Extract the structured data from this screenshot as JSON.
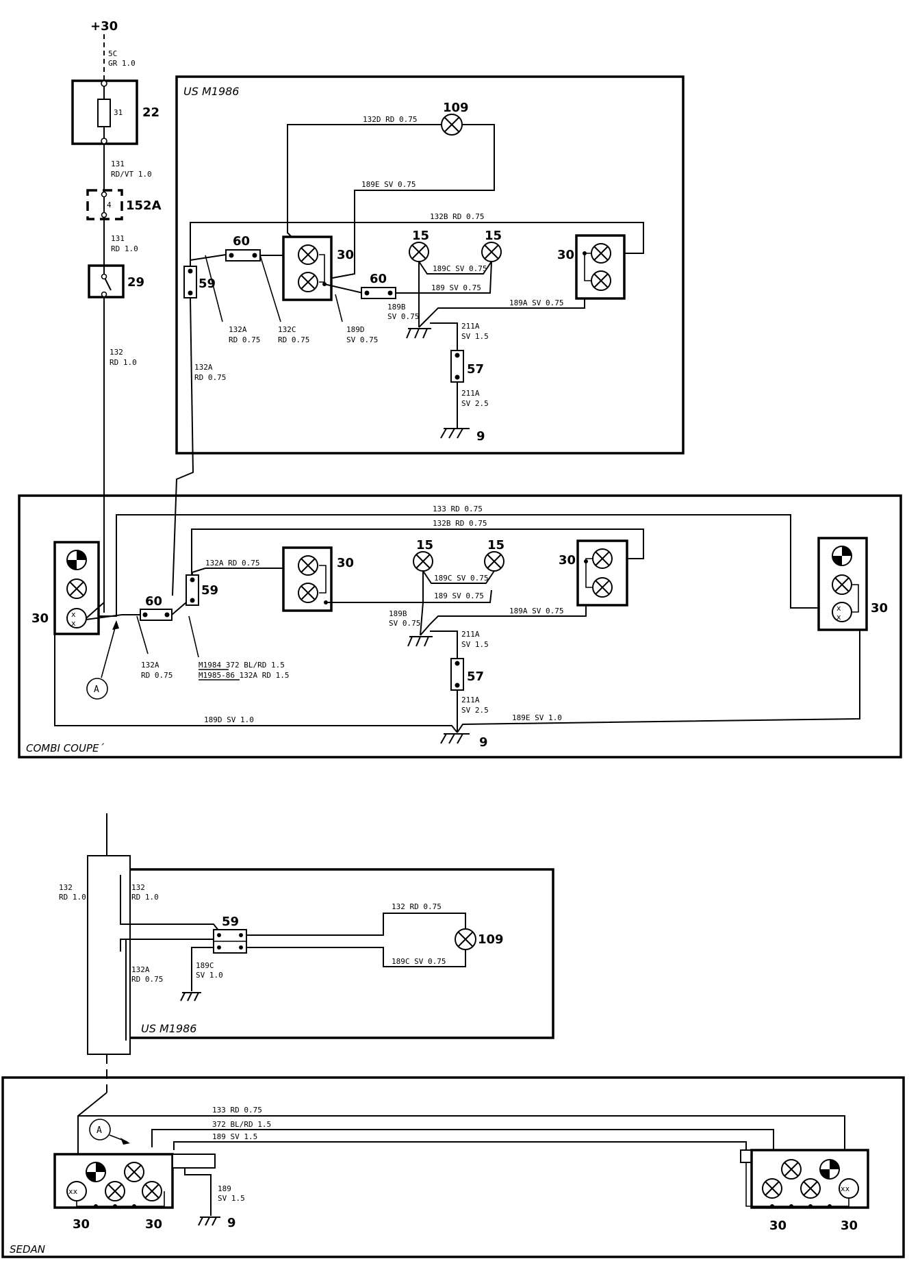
{
  "supply": {
    "terminal": "+30",
    "wire_5c": [
      "5C",
      "GR 1.0"
    ],
    "fuse_box": "22",
    "fuse": "31",
    "wire_131a": [
      "131",
      "RD/VT 1.0"
    ],
    "relay": "152A",
    "relay_pin": "4",
    "wire_131b": [
      "131",
      "RD 1.0"
    ],
    "switch": "29",
    "wire_132": [
      "132",
      "RD 1.0"
    ]
  },
  "us_box": {
    "title": "US M1986",
    "lamp_109": "109",
    "w_132d": "132D RD 0.75",
    "w_189e": "189E SV 0.75",
    "w_132b": "132B RD 0.75",
    "fuse60": "60",
    "conn59": "59",
    "left30": "30",
    "right30": "30",
    "lamp15a": "15",
    "lamp15b": "15",
    "w_189c": "189C SV 0.75",
    "fuse60b": "60",
    "w_189": "189 SV 0.75",
    "w_189a": "189A SV 0.75",
    "w_189b": [
      "189B",
      "SV 0.75"
    ],
    "w_132a": [
      "132A",
      "RD 0.75"
    ],
    "w_132c": [
      "132C",
      "RD 0.75"
    ],
    "w_189d": [
      "189D",
      "SV 0.75"
    ],
    "w_211a1": [
      "211A",
      "SV 1.5"
    ],
    "conn57": "57",
    "w_211a2": [
      "211A",
      "SV 2.5"
    ],
    "ground9": "9",
    "w_132a_out": [
      "132A",
      "RD 0.75"
    ]
  },
  "combi": {
    "title": "COMBI COUPE´",
    "w_133": "133 RD 0.75",
    "w_132b": "132B RD 0.75",
    "w_132a_top": "132A RD 0.75",
    "left30": "30",
    "fuse60": "60",
    "conn59": "59",
    "lamp30a": "30",
    "lamp15a": "15",
    "lamp15b": "15",
    "w_189c": "189C SV 0.75",
    "w_189": "189 SV 0.75",
    "lamp30b": "30",
    "w_189a": "189A SV 0.75",
    "right30": "30",
    "w_189b": [
      "189B",
      "SV 0.75"
    ],
    "w_211a1": [
      "211A",
      "SV 1.5"
    ],
    "conn57": "57",
    "w_211a2": [
      "211A",
      "SV 2.5"
    ],
    "w_132a_bot": [
      "132A",
      "RD 0.75"
    ],
    "note1": "M1984 372 BL/RD 1.5",
    "note2": "M1985-86 132A RD 1.5",
    "marker": "A",
    "w_189d": "189D SV 1.0",
    "w_189e": "189E SV 1.0",
    "ground9": "9"
  },
  "us_box2": {
    "title": "US M1986",
    "w_132_out": [
      "132",
      "RD 1.0"
    ],
    "w_132_in": [
      "132",
      "RD 1.0"
    ],
    "conn59": "59",
    "w_132": "132 RD 0.75",
    "lamp109": "109",
    "w_189c_lamp": "189C SV 0.75",
    "w_132a": [
      "132A",
      "RD 0.75"
    ],
    "w_189c": [
      "189C",
      "SV 1.0"
    ]
  },
  "sedan": {
    "title": "SEDAN",
    "w_133": "133 RD 0.75",
    "w_372": "372 BL/RD 1.5",
    "w_189": "189 SV 1.5",
    "marker": "A",
    "w_189_gnd": [
      "189",
      "SV 1.5"
    ],
    "ground9": "9",
    "l30a": "30",
    "l30b": "30",
    "r30a": "30",
    "r30b": "30"
  }
}
